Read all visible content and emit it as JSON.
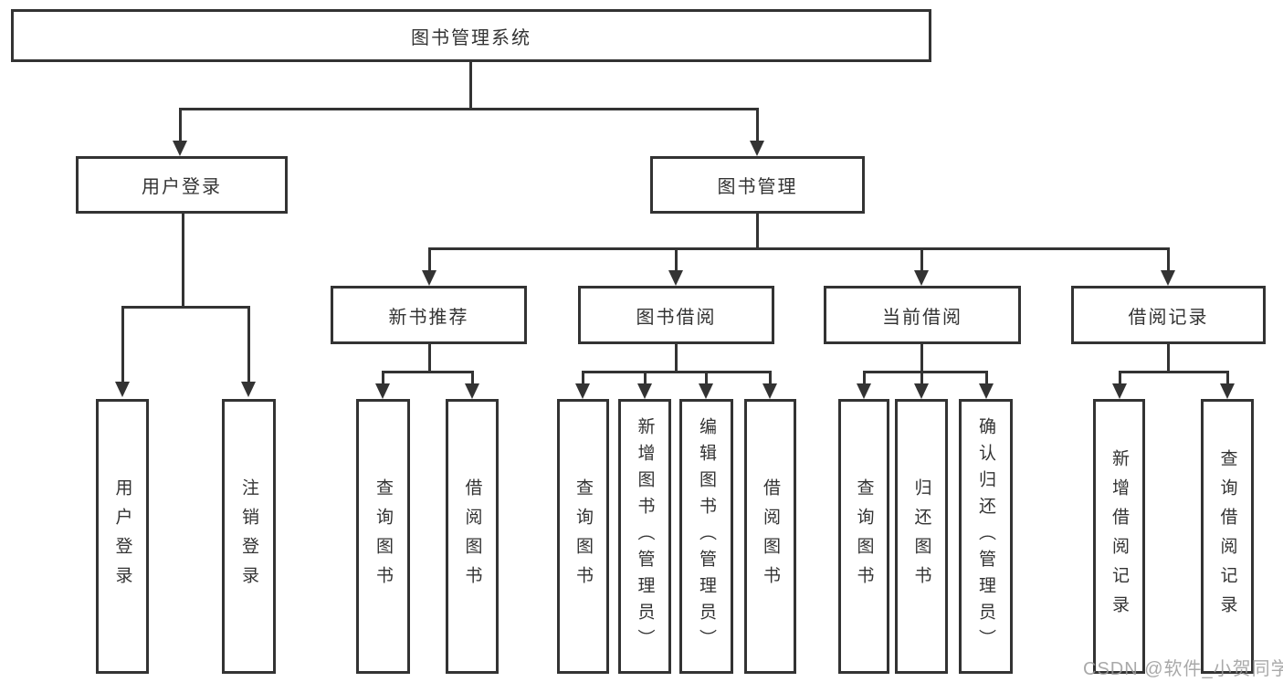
{
  "tree": {
    "root": {
      "label": "图书管理系统"
    },
    "children": [
      {
        "label": "用户登录",
        "children": [
          {
            "label": "用户登录"
          },
          {
            "label": "注销登录"
          }
        ]
      },
      {
        "label": "图书管理",
        "children": [
          {
            "label": "新书推荐",
            "children": [
              {
                "label": "查询图书"
              },
              {
                "label": "借阅图书"
              }
            ]
          },
          {
            "label": "图书借阅",
            "children": [
              {
                "label": "查询图书"
              },
              {
                "label": "新增图书（管理员）"
              },
              {
                "label": "编辑图书（管理员）"
              },
              {
                "label": "借阅图书"
              }
            ]
          },
          {
            "label": "当前借阅",
            "children": [
              {
                "label": "查询图书"
              },
              {
                "label": "归还图书"
              },
              {
                "label": "确认归还（管理员）"
              }
            ]
          },
          {
            "label": "借阅记录",
            "children": [
              {
                "label": "新增借阅记录"
              },
              {
                "label": "查询借阅记录"
              }
            ]
          }
        ]
      }
    ]
  },
  "watermark": {
    "text": "CSDN @软件_小贺同学"
  },
  "colors": {
    "line": "#333333",
    "box_border": "#333333",
    "text": "#333333",
    "watermark": "#9b9b9b",
    "background": "#ffffff"
  }
}
